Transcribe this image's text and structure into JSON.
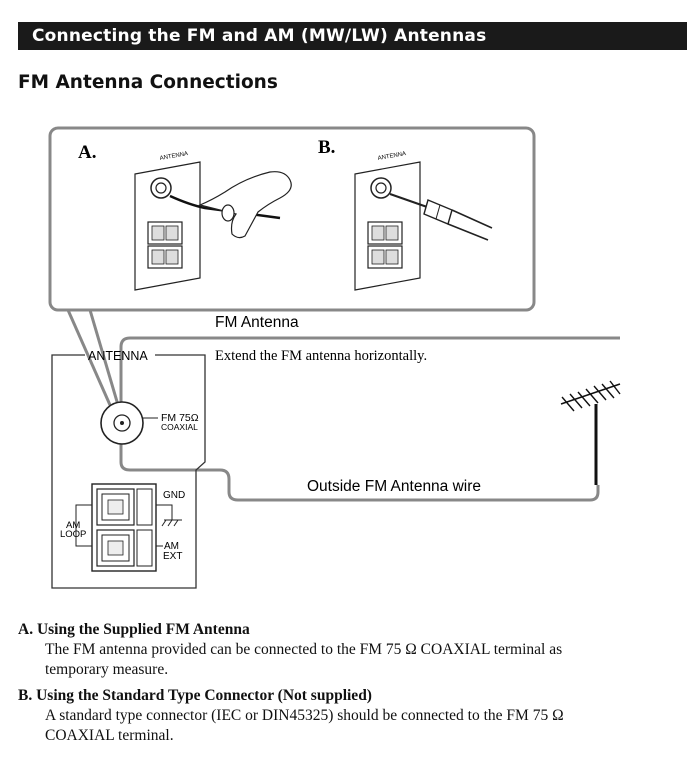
{
  "banner": {
    "title": "Connecting the FM and AM (MW/LW) Antennas"
  },
  "section": {
    "title": "FM Antenna Connections"
  },
  "diagram": {
    "label_a": "A.",
    "label_b": "B.",
    "panel_antenna_small": "ANTENNA",
    "fm_antenna_label": "FM Antenna",
    "extend_note": "Extend the FM antenna horizontally.",
    "antenna_box_label": "ANTENNA",
    "fm_75_label": "FM 75Ω",
    "coaxial_label": "COAXIAL",
    "gnd_label": "GND",
    "am_loop_label_1": "AM",
    "am_loop_label_2": "LOOP",
    "am_ext_label_1": "AM",
    "am_ext_label_2": "EXT",
    "outside_wire_label": "Outside FM Antenna wire"
  },
  "items": [
    {
      "heading": "A. Using the Supplied FM Antenna",
      "text_line1": "The FM antenna provided can be connected to the FM 75 Ω COAXIAL terminal as",
      "text_line2": "temporary measure."
    },
    {
      "heading": "B.  Using the Standard Type Connector (Not supplied)",
      "text_line1": "A standard type connector (IEC or DIN45325) should be connected to the FM 75 Ω",
      "text_line2": "COAXIAL terminal."
    }
  ]
}
